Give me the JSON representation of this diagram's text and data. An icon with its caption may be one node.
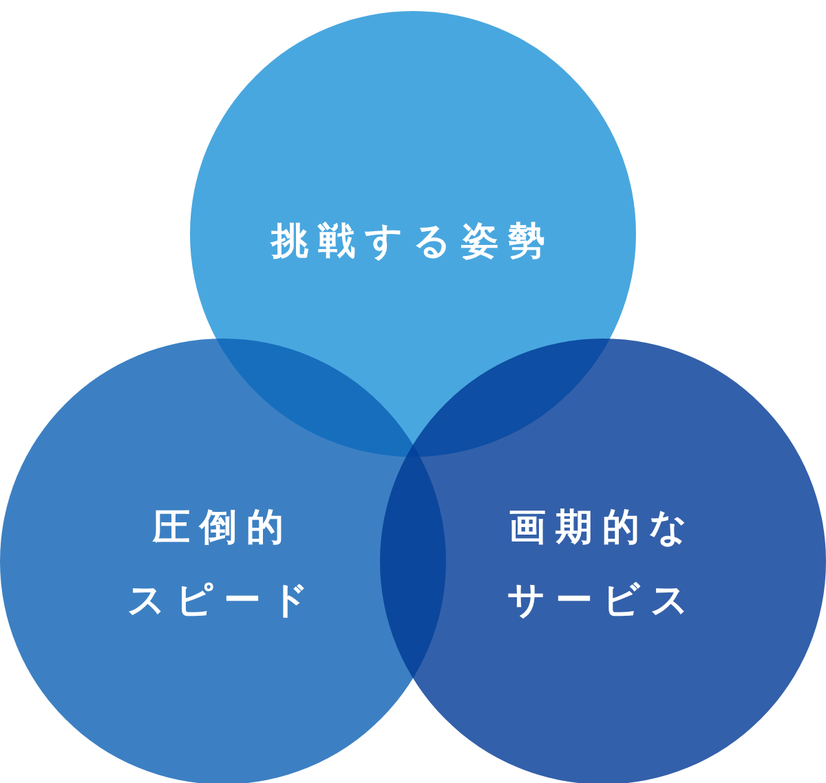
{
  "diagram": {
    "nodes": [
      {
        "text": [
          "挑戦する姿勢"
        ]
      },
      {
        "text": [
          "圧倒的スピード"
        ]
      },
      {
        "text": [
          "画期的なサービス"
        ]
      }
    ]
  }
}
